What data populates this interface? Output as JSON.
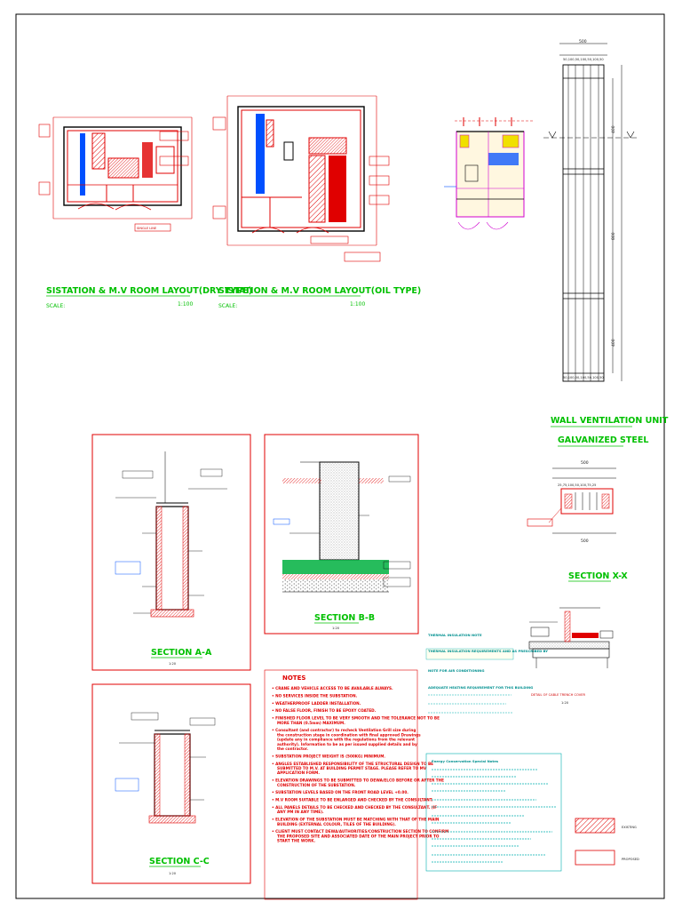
{
  "plans": {
    "dry": {
      "title": "SISTATION & M.V ROOM LAYOUT(DRY TYPE)",
      "scale_label": "SCALE:",
      "scale_value": "1:100"
    },
    "oil": {
      "title": "SISTATION & M.V ROOM LAYOUT(OIL TYPE)",
      "scale_label": "SCALE:",
      "scale_value": "1:100"
    }
  },
  "wall_unit": {
    "title_line1": "WALL VENTILATION UNIT",
    "title_line2": "GALVANIZED STEEL",
    "top_dim": "500",
    "sub_dims": "50,100,50,100,50,100,50"
  },
  "section_xx": {
    "title": "SECTION X-X",
    "dim_top": "500",
    "dim_bottom": "500",
    "sub_dims": "25,75,100,50,100,75,25"
  },
  "section_aa": {
    "title": "SECTION A-A",
    "scale": "1:20"
  },
  "section_bb": {
    "title": "SECTION B-B",
    "scale": "1:20"
  },
  "section_cc": {
    "title": "SECTION C-C",
    "scale": "1:20"
  },
  "trench_cover": {
    "title": "DETAIL OF CABLE TRENCH COVER",
    "scale": "1:20"
  },
  "notes": {
    "heading": "NOTES",
    "items": [
      "CRANE AND VEHICLE ACCESS TO BE AVAILABLE ALWAYS.",
      "NO SERVICES INSIDE THE SUBSTATION.",
      "WEATHERPROOF LADDER INSTALLATION.",
      "NO FALSE FLOOR, FINISH TO BE EPOXY COATED.",
      "FINISHED FLOOR LEVEL TO BE VERY SMOOTH AND THE TOLERANCE NOT TO BE MORE THAN (0.5mm) MAXIMUM.",
      "Consultant (and contractor) to recheck Ventilation Grill size during the construction stage in coordination with final approved Drawings (update any in compliance with the regulations from the relevant authority). Information to be as per issued supplied details and by the contractor.",
      "SUBSTATION PROJECT WEIGHT IS (500KG) MINIMUM.",
      "ANGLES ESTABLISHED RESPONSIBILITY OF THE STRUCTURAL DESIGN TO BE SUBMITTED TO M.V. AT BUILDING PERMIT STAGE. PLEASE REFER TO MV APPLICATION FORM.",
      "ELEVATION DRAWINGS TO BE SUBMITTED TO DEWA/ELCO BEFORE OR AFTER THE CONSTRUCTION OF THE SUBSTATION.",
      "SUBSTATION LEVELS BASED ON THE FRONT ROAD LEVEL +0.00.",
      "M.V ROOM SUITABLE TO BE ENLARGED AND CHECKED BY THE CONSULTANT.",
      "ALL PANELS DETAILS TO BE CHECKED AND CHECKED BY THE CONSULTANT. (IF ANY PM IN ANY TIME).",
      "ELEVATION OF THE SUBSTATION MUST BE MATCHING WITH THAT OF THE MAIN BUILDING (EXTERNAL COLOUR, TILES OF THE BUILDING).",
      "CLIENT MUST CONTACT DEWA/AUTHORITIES/CONSTRUCTION SECTION TO CONFIRM THE PROPOSED SITE AND ASSOCIATED DATE OF THE MAIN PROJECT PRIOR TO START THE WORK."
    ]
  },
  "cyan_blocks": {
    "block1_heading": "THERMAL INSULATION NOTE",
    "block1_lines": [
      "THERMAL INSULATION REQUIREMENTS AND AS PRESCRIBED BY"
    ],
    "block2_heading": "NOTE FOR AIR CONDITIONING",
    "block2_lines": [
      "ADEQUATE HEATING REQUIREMENT FOR THIS BUILDING"
    ],
    "energy_heading": "Energy Conservation Special Notes"
  },
  "legend": {
    "item1": "EXISTING",
    "item2": "PROPOSED"
  },
  "colors": {
    "red": "#e00000",
    "green": "#00c000",
    "cyan": "#00b0b0",
    "magenta": "#d000d0",
    "blue": "#0050ff",
    "yellow": "#f0e000"
  }
}
